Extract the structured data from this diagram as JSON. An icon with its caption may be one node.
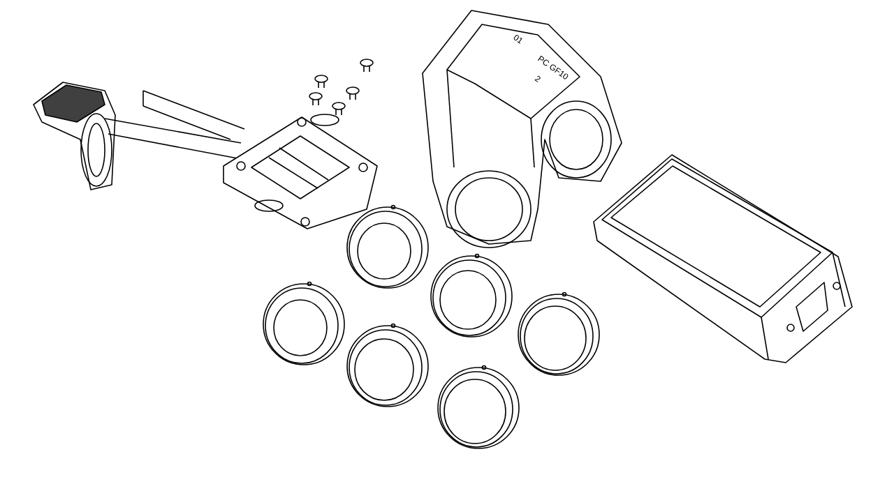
{
  "diagram": {
    "labels": [
      "01",
      "PC GF10",
      "2"
    ]
  }
}
